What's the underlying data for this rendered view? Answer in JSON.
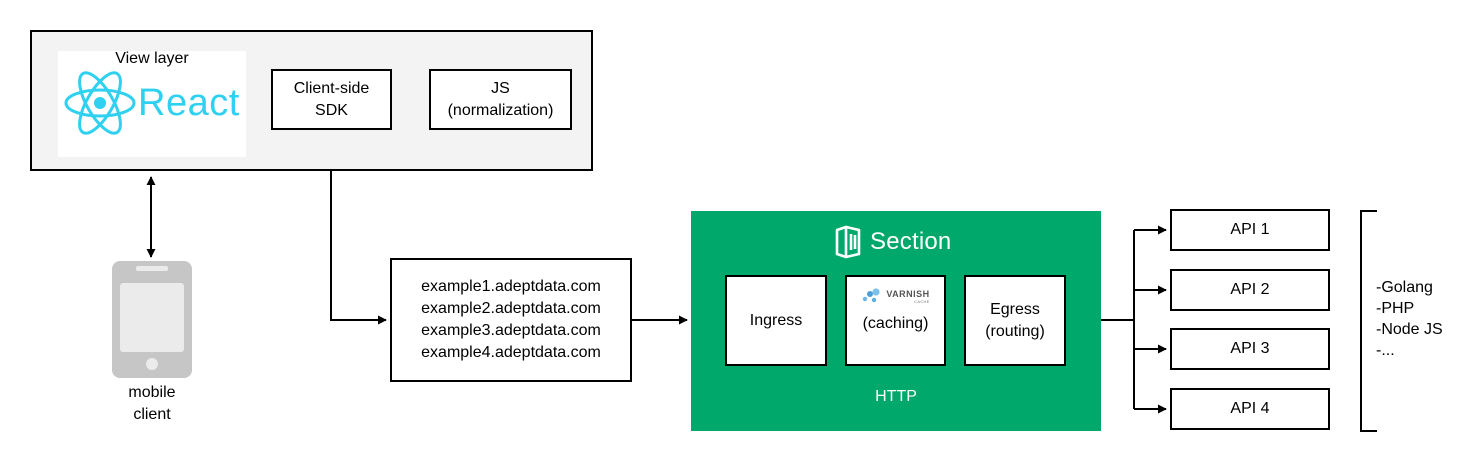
{
  "view_layer": {
    "label": "View layer",
    "logo_text": "React"
  },
  "sdk": {
    "line1": "Client-side",
    "line2": "SDK"
  },
  "js": {
    "line1": "JS",
    "line2": "(normalization)"
  },
  "domains": [
    "example1.adeptdata.com",
    "example2.adeptdata.com",
    "example3.adeptdata.com",
    "example4.adeptdata.com"
  ],
  "section": {
    "brand": "Section",
    "ingress": "Ingress",
    "varnish_logo": "VARNISH",
    "varnish_logo_sub": "CACHE",
    "caching": "(caching)",
    "egress_line1": "Egress",
    "egress_line2": "(routing)",
    "protocol": "HTTP"
  },
  "apis": [
    "API 1",
    "API 2",
    "API 3",
    "API 4"
  ],
  "languages": [
    "-Golang",
    "-PHP",
    "-Node JS",
    "-..."
  ],
  "mobile": {
    "line1": "mobile",
    "line2": "client"
  },
  "colors": {
    "section_green": "#00a86b",
    "react_blue": "#2fd0f0",
    "panel_gray": "#f3f3f3",
    "phone_gray": "#c6c6c6"
  }
}
